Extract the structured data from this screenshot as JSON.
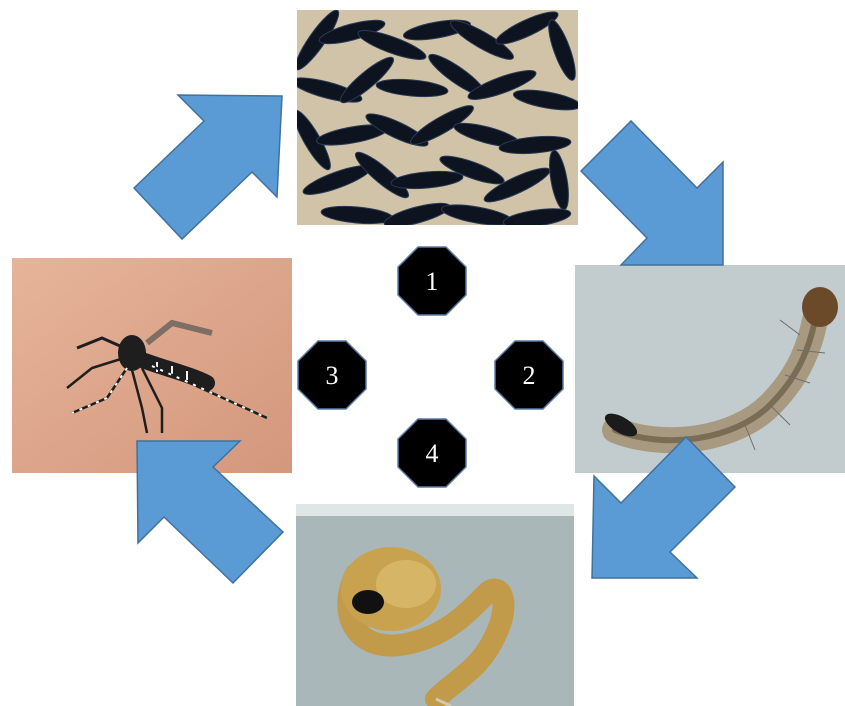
{
  "diagram": {
    "stages": [
      {
        "id": "eggs",
        "label": "1",
        "depicts": "eggs"
      },
      {
        "id": "larva",
        "label": "2",
        "depicts": "larva"
      },
      {
        "id": "adult",
        "label": "3",
        "depicts": "adult"
      },
      {
        "id": "pupa",
        "label": "4",
        "depicts": "pupa"
      }
    ],
    "arrow_color": "#5b9bd5",
    "arrow_stroke": "#41719c",
    "badge_color": "#000000",
    "badge_text_color": "#ffffff"
  }
}
